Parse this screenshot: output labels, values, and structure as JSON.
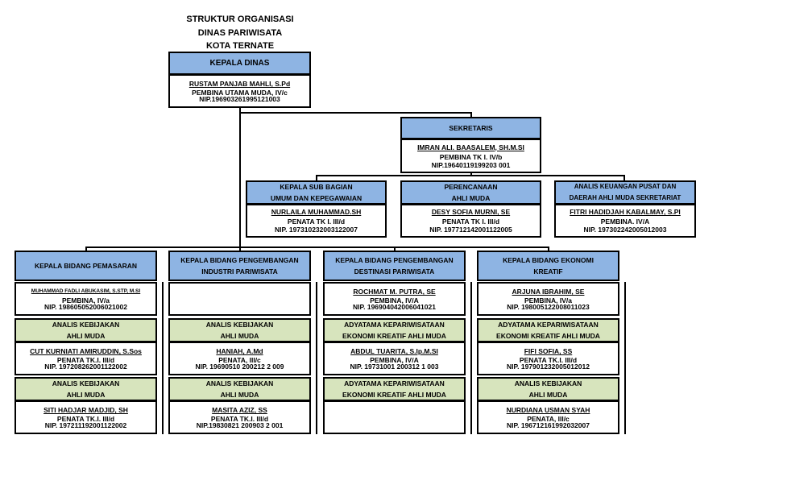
{
  "title": [
    "STRUKTUR ORGANISASI",
    "DINAS PARIWISATA",
    "KOTA TERNATE"
  ],
  "kepala": {
    "title": "KEPALA DINAS",
    "name": "RUSTAM PANJAB MAHLI, S.Pd",
    "rank": "PEMBINA UTAMA MUDA, IV/c",
    "nip": "NIP.196903261995121003"
  },
  "sekretaris": {
    "title": "SEKRETARIS",
    "name": "IMRAN ALI. BAASALEM, SH.M.SI",
    "rank": "PEMBINA TK I. IV/b",
    "nip": "NIP.19640119199203 001"
  },
  "subbag": [
    {
      "title1": "KEPALA SUB BAGIAN",
      "title2": "UMUM DAN KEPEGAWAIAN",
      "name": "NURLAILA MUHAMMAD.SH",
      "rank": "PENATA TK I. III/d",
      "nip": "NIP. 197310232003122007"
    },
    {
      "title1": "PERENCANAAN",
      "title2": "AHLI MUDA",
      "name": "DESY SOFIA MURNI, SE",
      "rank": "PENATA TK I. III/d",
      "nip": "NIP. 197712142001122005"
    },
    {
      "title1": "ANALIS KEUANGAN PUSAT DAN",
      "title2": "DAERAH AHLI MUDA SEKRETARIAT",
      "name": "FITRI HADIDJAH KABALMAY, S.PI",
      "rank": "PEMBINA. IV/A",
      "nip": "NIP. 197302242005012003"
    }
  ],
  "bidang": [
    {
      "head1": "KEPALA BIDANG PEMASARAN",
      "head2": "",
      "name": "MUHAMMAD FADLI ABUKASIM, S.STP, M.SI",
      "rank": "PEMBINA, IV/a",
      "nip": "NIP. 198605052006021002",
      "f1a": "ANALIS KEBIJAKAN",
      "f1b": "AHLI MUDA",
      "p1name": "CUT KURNIATI AMIRUDDIN, S.Sos",
      "p1rank": "PENATA TK.I. III/d",
      "p1nip": "NIP. 197208262001122002",
      "f2a": "ANALIS KEBIJAKAN",
      "f2b": "AHLI MUDA",
      "p2name": "SITI HADJAR MADJID, SH",
      "p2rank": "PENATA TK.I. III/d",
      "p2nip": "NIP. 197211192001122002"
    },
    {
      "head1": "KEPALA BIDANG PENGEMBANGAN",
      "head2": "INDUSTRI PARIWISATA",
      "name": "",
      "rank": "",
      "nip": "",
      "f1a": "ANALIS KEBIJAKAN",
      "f1b": "AHLI MUDA",
      "p1name": "HANIAH, A.Md",
      "p1rank": "PENATA, III/c",
      "p1nip": "NIP. 19690510 200212 2 009",
      "f2a": "ANALIS KEBIJAKAN",
      "f2b": "AHLI MUDA",
      "p2name": "MASITA AZIZ, SS",
      "p2rank": "PENATA TK.I. III/d",
      "p2nip": "NIP.19830821 200903 2 001"
    },
    {
      "head1": "KEPALA BIDANG PENGEMBANGAN",
      "head2": "DESTINASI PARIWISATA",
      "name": "ROCHMAT M. PUTRA, SE",
      "rank": "PEMBINA, IV/A",
      "nip": "NIP. 196904042006041021",
      "f1a": "ADYATAMA KEPARIWISATAAN",
      "f1b": "EKONOMI KREATIF AHLI MUDA",
      "p1name": "ABDUL TUARITA, S.Ip.M.SI",
      "p1rank": "PEMBINA, IV/A",
      "p1nip": "NIP. 19731001 200312 1 003",
      "f2a": "ADYATAMA KEPARIWISATAAN",
      "f2b": "EKONOMI KREATIF AHLI MUDA",
      "p2name": "",
      "p2rank": "",
      "p2nip": ""
    },
    {
      "head1": "KEPALA BIDANG EKONOMI",
      "head2": "KREATIF",
      "name": "ARJUNA IBRAHIM, SE",
      "rank": "PEMBINA, IV/a",
      "nip": "NIP. 198005122008011023",
      "f1a": "ADYATAMA KEPARIWISATAAN",
      "f1b": "EKONOMI KREATIF AHLI MUDA",
      "p1name": "FIFI SOFIA, SS",
      "p1rank": "PENATA TK.I. III/d",
      "p1nip": "NIP. 197901232005012012",
      "f2a": "ANALIS KEBIJAKAN",
      "f2b": "AHLI MUDA",
      "p2name": "NURDIANA USMAN SYAH",
      "p2rank": "PENATA, III/c",
      "p2nip": "NIP. 196712161992032007"
    }
  ]
}
